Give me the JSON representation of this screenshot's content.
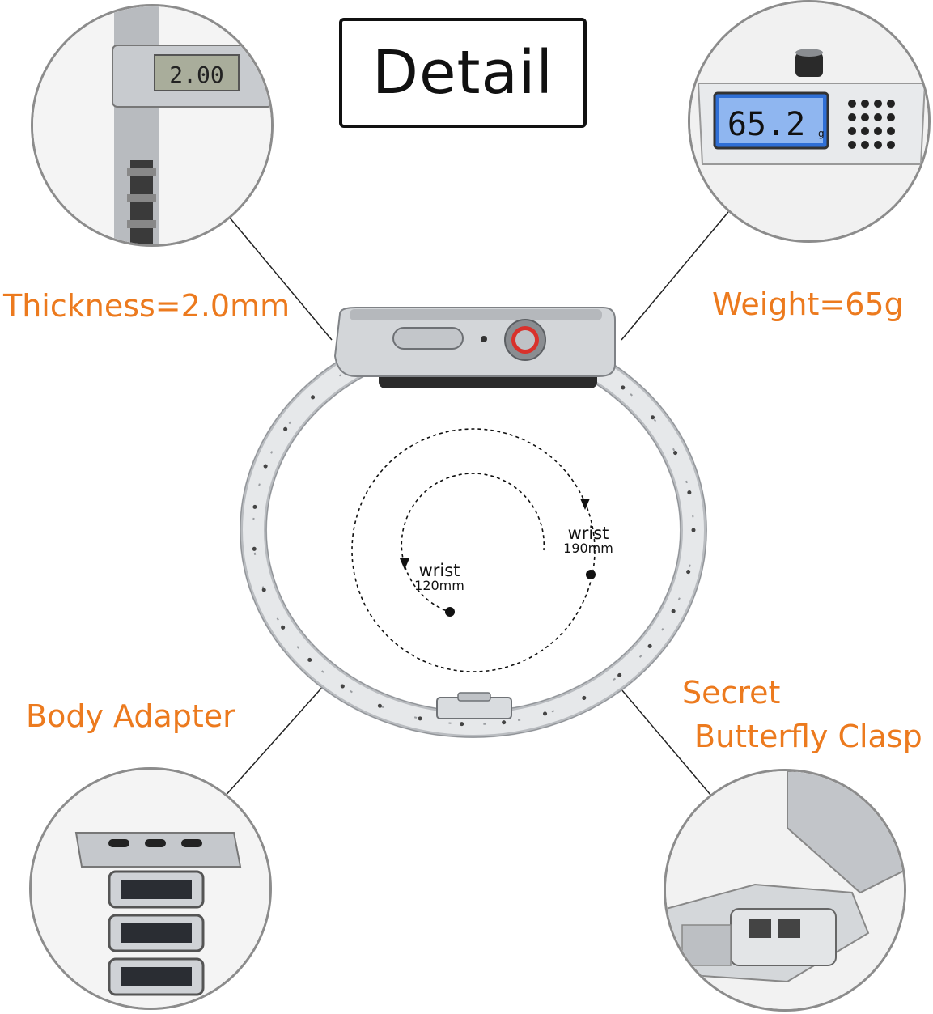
{
  "title": "Detail",
  "labels": {
    "thickness": "Thickness=2.0mm",
    "weight": "Weight=65g",
    "body_adapter": "Body Adapter",
    "clasp_line1": "Secret",
    "clasp_line2": "Butterfly Clasp"
  },
  "caliper_readout": "2.00",
  "scale_readout": "65.2",
  "scale_unit": "g",
  "wrist_small": {
    "word": "wrist",
    "size": "120mm"
  },
  "wrist_large": {
    "word": "wrist",
    "size": "190mm"
  },
  "colors": {
    "accent": "#ec7a1e",
    "steel": "#c9ccd0",
    "dark": "#1a1a1a",
    "crown": "#d9312b"
  }
}
